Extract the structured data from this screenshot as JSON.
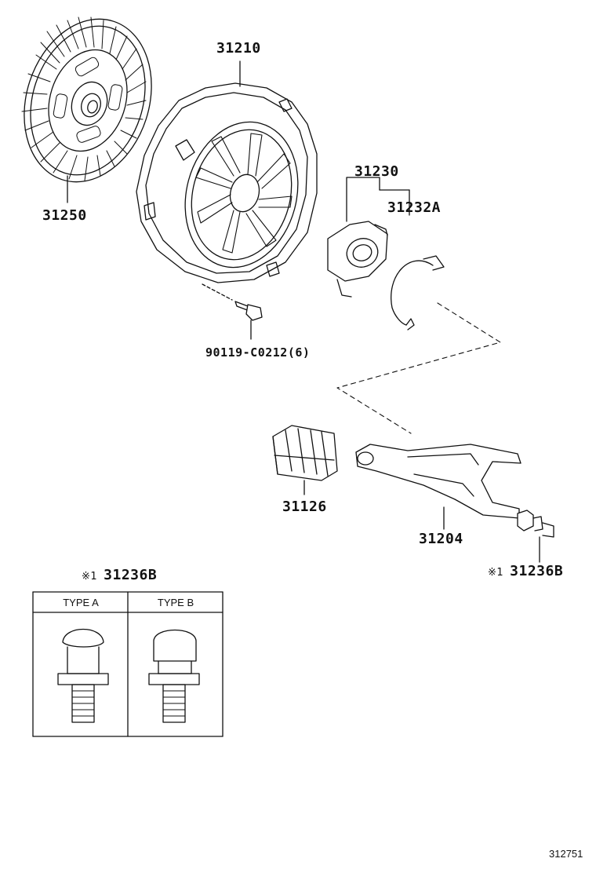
{
  "parts": {
    "clutch_disc": "31250",
    "clutch_cover": "31210",
    "release_bearing_assy": "31230",
    "bearing_clip": "31232A",
    "cover_bolt": "90119-C0212(6)",
    "fork_boot": "31126",
    "release_fork": "31204",
    "fork_support": "31236B"
  },
  "note_mark": "※1",
  "type_table": {
    "title_mark": "※1",
    "title_part": "31236B",
    "type_a": "TYPE A",
    "type_b": "TYPE B"
  },
  "diagram_id": "312751"
}
